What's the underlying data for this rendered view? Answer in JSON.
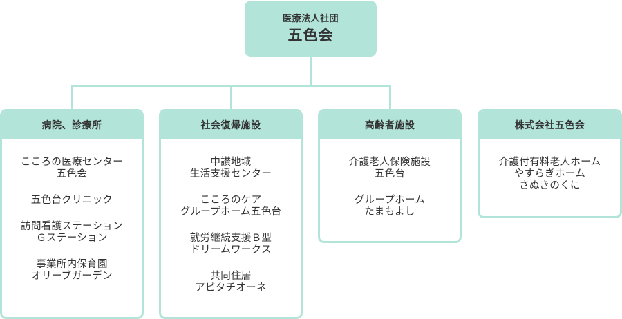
{
  "root": {
    "subtitle": "医療法人社団",
    "title": "五色会"
  },
  "categories": [
    {
      "title": "病院、診療所",
      "items": [
        "こころの医療センター\n五色会",
        "五色台クリニック",
        "訪問看護ステーション\nＧステーション",
        "事業所内保育園\nオリーブガーデン"
      ]
    },
    {
      "title": "社会復帰施設",
      "items": [
        "中讃地域\n生活支援センター",
        "こころのケア\nグループホーム五色台",
        "就労継続支援Ｂ型\nドリームワークス",
        "共同住居\nアビタチオーネ"
      ]
    },
    {
      "title": "高齢者施設",
      "items": [
        "介護老人保険施設\n五色台",
        "グループホーム\nたまもよし"
      ]
    },
    {
      "title": "株式会社五色会",
      "items": [
        "介護付有料老人ホーム\nやすらぎホーム\nさぬきのくに"
      ]
    }
  ],
  "colors": {
    "accent": "#b3e4d9",
    "text": "#333333",
    "background": "#ffffff"
  }
}
